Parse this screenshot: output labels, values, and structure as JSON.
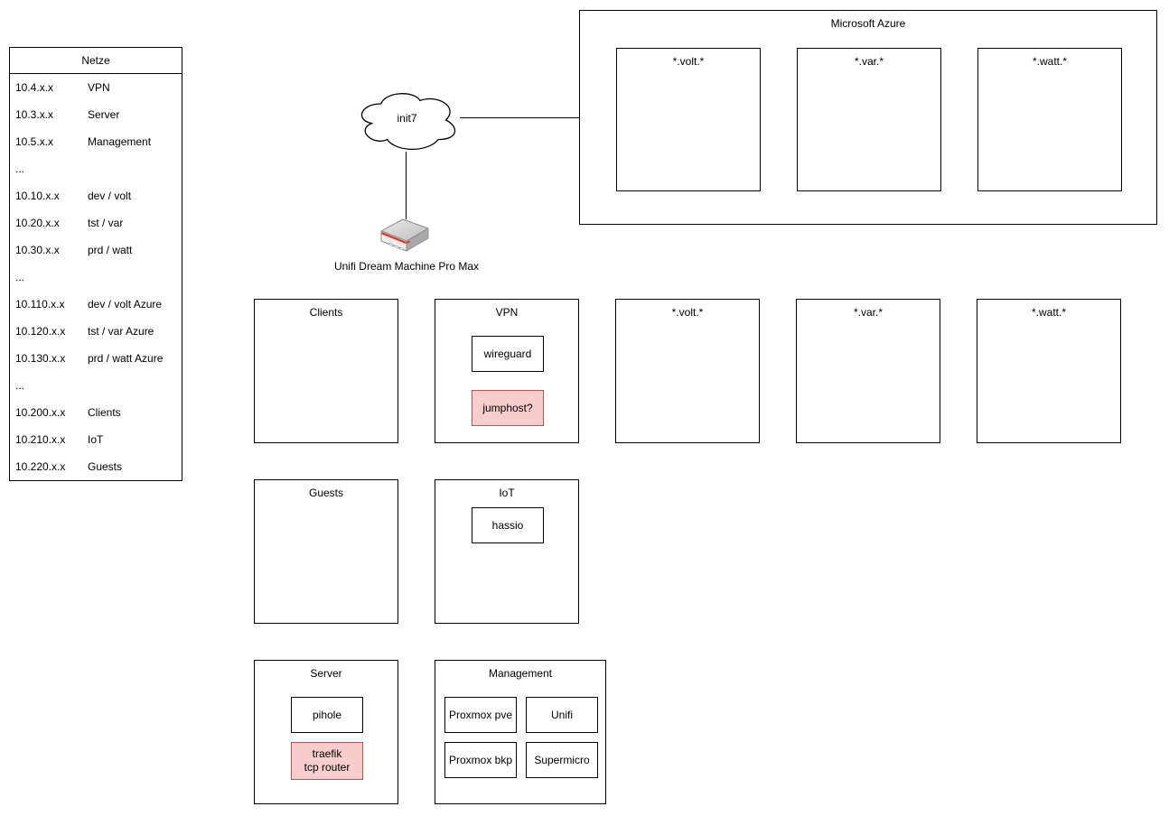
{
  "netze": {
    "title": "Netze",
    "rows": [
      {
        "ip": "10.4.x.x",
        "name": "VPN"
      },
      {
        "ip": "10.3.x.x",
        "name": "Server"
      },
      {
        "ip": "10.5.x.x",
        "name": "Management"
      },
      {
        "ip": "...",
        "name": ""
      },
      {
        "ip": "10.10.x.x",
        "name": "dev / volt"
      },
      {
        "ip": "10.20.x.x",
        "name": "tst / var"
      },
      {
        "ip": "10.30.x.x",
        "name": "prd / watt"
      },
      {
        "ip": "...",
        "name": ""
      },
      {
        "ip": "10.110.x.x",
        "name": "dev / volt Azure"
      },
      {
        "ip": "10.120.x.x",
        "name": "tst / var Azure"
      },
      {
        "ip": "10.130.x.x",
        "name": "prd / watt Azure"
      },
      {
        "ip": "...",
        "name": ""
      },
      {
        "ip": "10.200.x.x",
        "name": "Clients"
      },
      {
        "ip": "10.210.x.x",
        "name": "IoT"
      },
      {
        "ip": "10.220.x.x",
        "name": "Guests"
      }
    ]
  },
  "wan": {
    "cloud": "init7",
    "router": "Unifi Dream Machine Pro Max"
  },
  "azure": {
    "title": "Microsoft Azure",
    "subnets": [
      {
        "label": "*.volt.*"
      },
      {
        "label": "*.var.*"
      },
      {
        "label": "*.watt.*"
      }
    ]
  },
  "zones": {
    "clients": {
      "label": "Clients"
    },
    "vpn": {
      "label": "VPN",
      "wireguard": "wireguard",
      "jumphost": "jumphost?"
    },
    "volt": {
      "label": "*.volt.*"
    },
    "var": {
      "label": "*.var.*"
    },
    "watt": {
      "label": "*.watt.*"
    },
    "guests": {
      "label": "Guests"
    },
    "iot": {
      "label": "IoT",
      "hassio": "hassio"
    },
    "server": {
      "label": "Server",
      "pihole": "pihole",
      "traefik": "traefik\ntcp router"
    },
    "management": {
      "label": "Management",
      "nodes": [
        "Proxmox pve",
        "Unifi",
        "Proxmox bkp",
        "Supermicro"
      ]
    }
  },
  "colors": {
    "highlight_fill": "#f8cecc",
    "highlight_stroke": "#b85450",
    "box_stroke": "#000000",
    "background": "#ffffff",
    "router_red": "#e23b2e"
  }
}
